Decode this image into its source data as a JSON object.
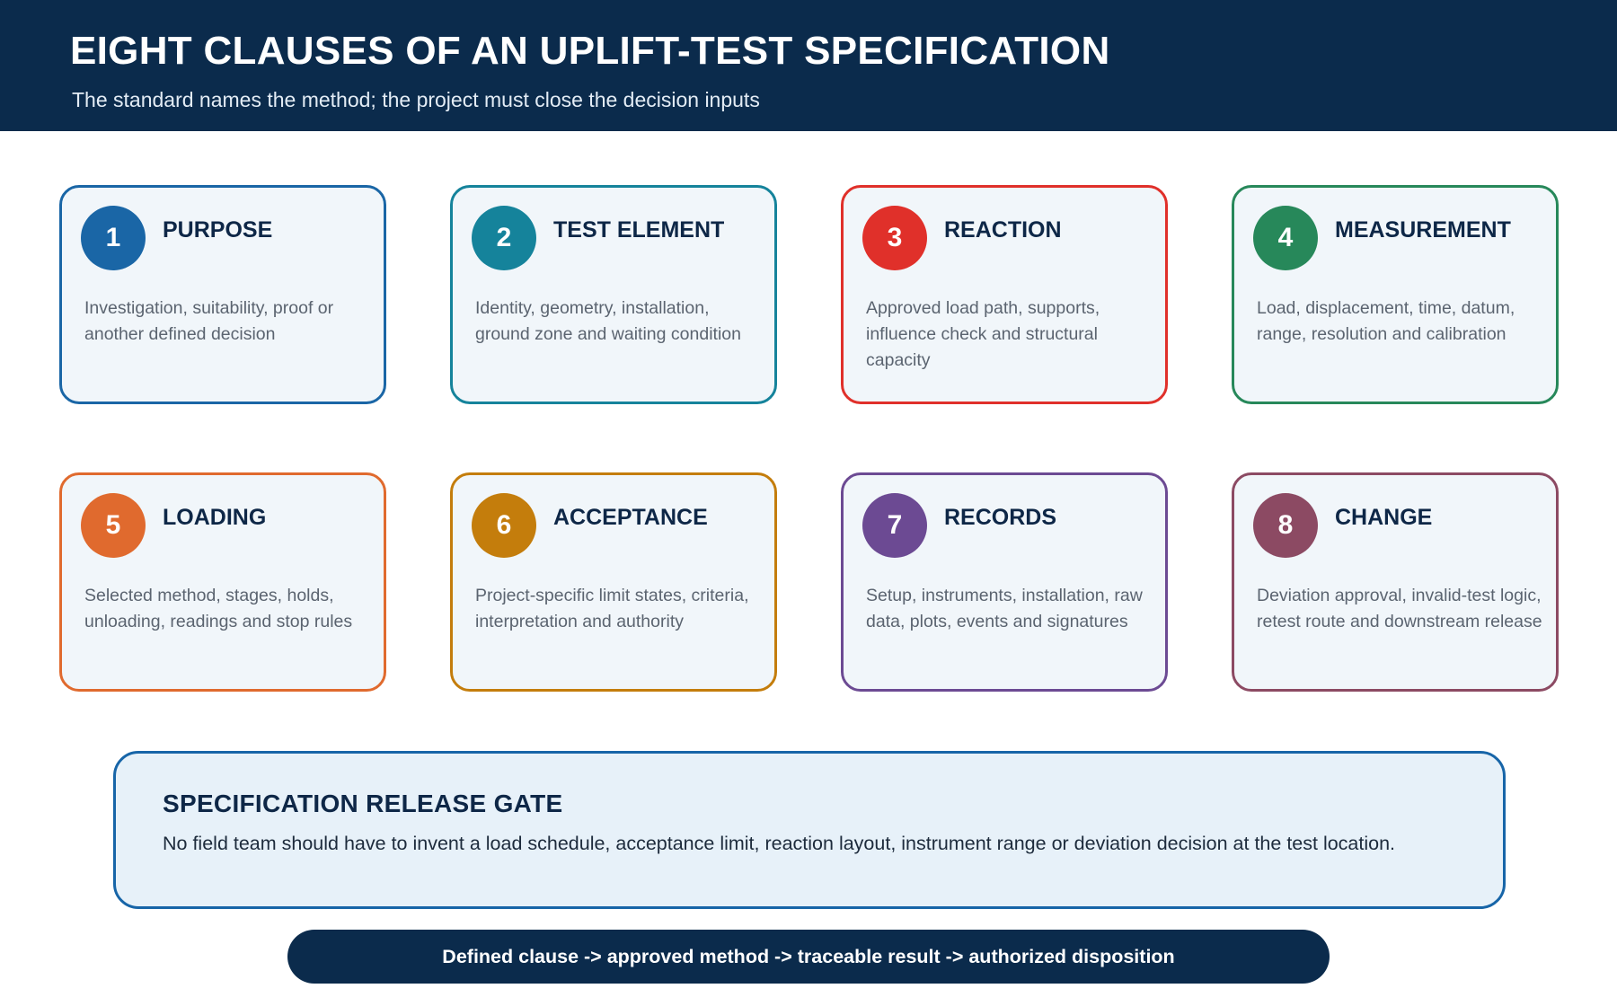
{
  "header": {
    "title": "EIGHT CLAUSES OF AN UPLIFT-TEST SPECIFICATION",
    "subtitle": "The standard names the method; the project must close the decision inputs"
  },
  "clauses": [
    {
      "number": "1",
      "title": "PURPOSE",
      "description": "Investigation, suitability, proof or another defined decision",
      "color": "#1a66a6"
    },
    {
      "number": "2",
      "title": "TEST ELEMENT",
      "description": "Identity, geometry, installation, ground zone and waiting condition",
      "color": "#15839b"
    },
    {
      "number": "3",
      "title": "REACTION",
      "description": "Approved load path, supports, influence check and structural capacity",
      "color": "#e0302a"
    },
    {
      "number": "4",
      "title": "MEASUREMENT",
      "description": "Load, displacement, time, datum, range, resolution and calibration",
      "color": "#27885a"
    },
    {
      "number": "5",
      "title": "LOADING",
      "description": "Selected method, stages, holds, unloading, readings and stop rules",
      "color": "#e06a2e"
    },
    {
      "number": "6",
      "title": "ACCEPTANCE",
      "description": "Project-specific limit states, criteria, interpretation and authority",
      "color": "#c47d0c"
    },
    {
      "number": "7",
      "title": "RECORDS",
      "description": "Setup, instruments, installation, raw data, plots, events and signatures",
      "color": "#6c4a93"
    },
    {
      "number": "8",
      "title": "CHANGE",
      "description": "Deviation approval, invalid-test logic, retest route and downstream release",
      "color": "#8c4a63"
    }
  ],
  "gate": {
    "title": "SPECIFICATION RELEASE GATE",
    "text": "No field team should have to invent a load schedule, acceptance limit, reaction layout, instrument range or deviation decision at the test location."
  },
  "flow": {
    "text": "Defined clause -> approved method -> traceable result -> authorized disposition"
  }
}
